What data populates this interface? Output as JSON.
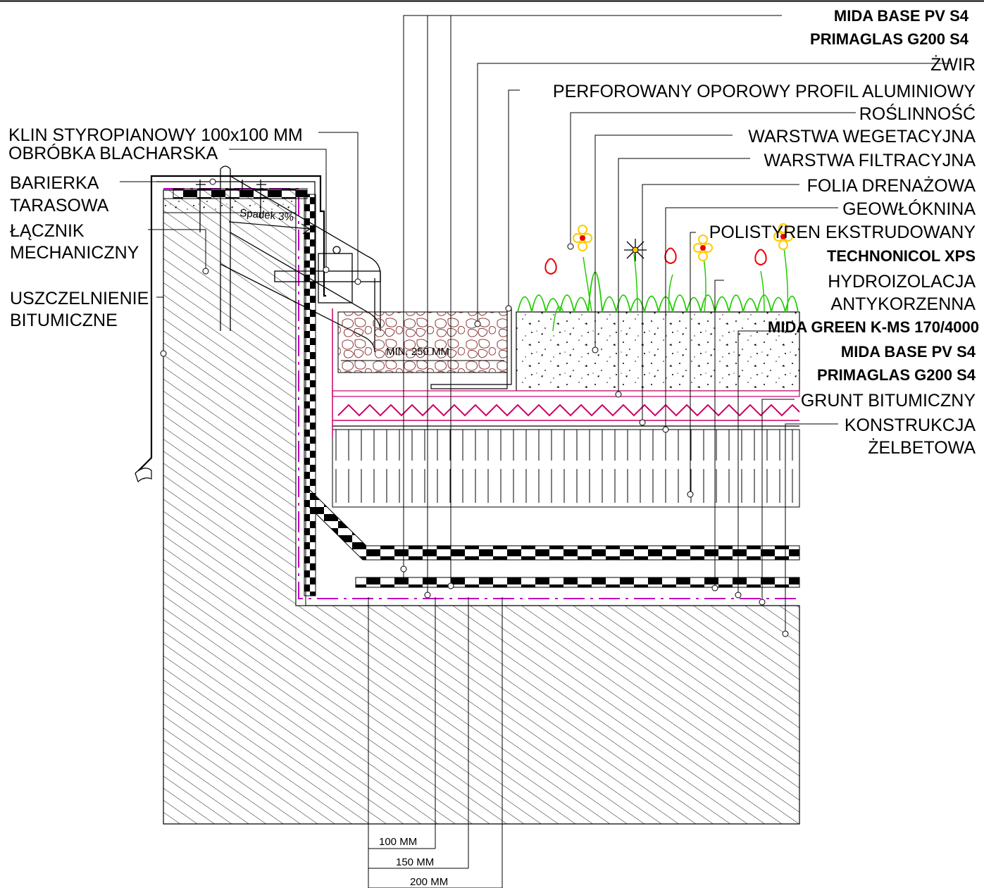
{
  "labels_left": [
    "KLIN STYROPIANOWY 100x100 MM",
    "OBRÓBKA BLACHARSKA",
    "BARIERKA",
    "TARASOWA",
    "ŁĄCZNIK",
    "MECHANICZNY",
    "USZCZELNIENIE",
    "BITUMICZNE"
  ],
  "labels_right": [
    "MIDA BASE PV S4",
    "PRIMAGLAS G200 S4",
    "ŻWIR",
    "PERFOROWANY OPOROWY PROFIL ALUMINIOWY",
    "ROŚLINNOŚĆ",
    "WARSTWA WEGETACYJNA",
    "WARSTWA FILTRACYJNA",
    "FOLIA DRENAŻOWA",
    "GEOWŁÓKNINA",
    "POLISTYREN  EKSTRUDOWANY",
    "TECHNONICOL XPS",
    "HYDROIZOLACJA",
    "ANTYKORZENNA",
    "MIDA GREEN K-MS 170/4000",
    "MIDA BASE PV S4",
    "PRIMAGLAS G200 S4",
    "GRUNT BITUMICZNY",
    "KONSTRUKCJA",
    "ŻELBETOWA"
  ],
  "slope_label": "Spadek 3%",
  "gravel_width_label": "MIN. 250 MM",
  "dimensions": [
    "100 MM",
    "150 MM",
    "200 MM"
  ],
  "colors": {
    "line": "#000000",
    "membrane_magenta": "#c000c0",
    "drainage_pink": "#cc0066",
    "gravel_brown": "#8b3a3a",
    "plant_green": "#22cc00",
    "flower_red": "#ee0000",
    "flower_yellow": "#ffcc00"
  }
}
